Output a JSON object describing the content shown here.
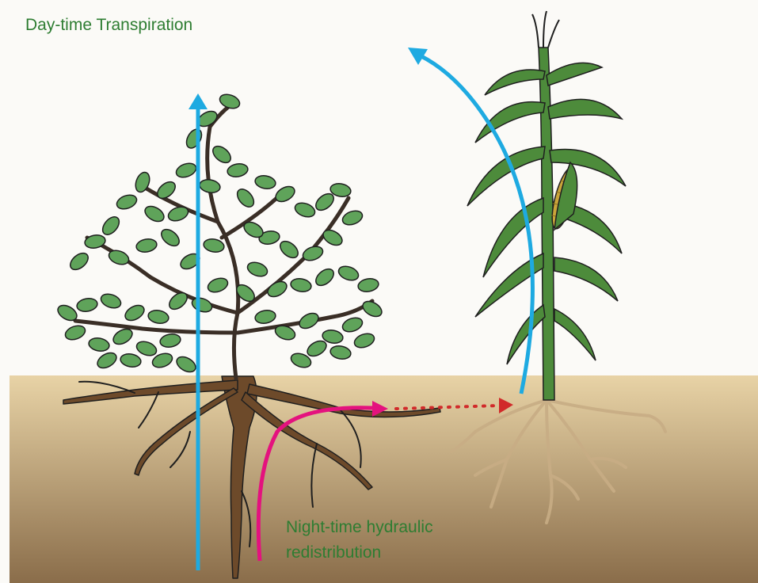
{
  "diagram": {
    "title": "Day-time Transpiration",
    "subtitle_line1": "Night-time hydraulic",
    "subtitle_line2": "redistribution"
  },
  "colors": {
    "sky": "#fbfaf7",
    "soil_top": "#e8d3a6",
    "soil_bottom": "#8a6d4a",
    "label_green": "#2e7d32",
    "transpiration_arrow": "#1eaae1",
    "redistribution_arrow": "#e4127e",
    "dotted_arrow": "#d12a2a",
    "leaf": "#5fa35a",
    "outline": "#1f1f1f",
    "shrub_root": "#6d4a2a",
    "maize_root": "#c8ad85"
  },
  "icons": [
    "shrub-icon",
    "maize-plant-icon",
    "corn-cob-icon"
  ]
}
